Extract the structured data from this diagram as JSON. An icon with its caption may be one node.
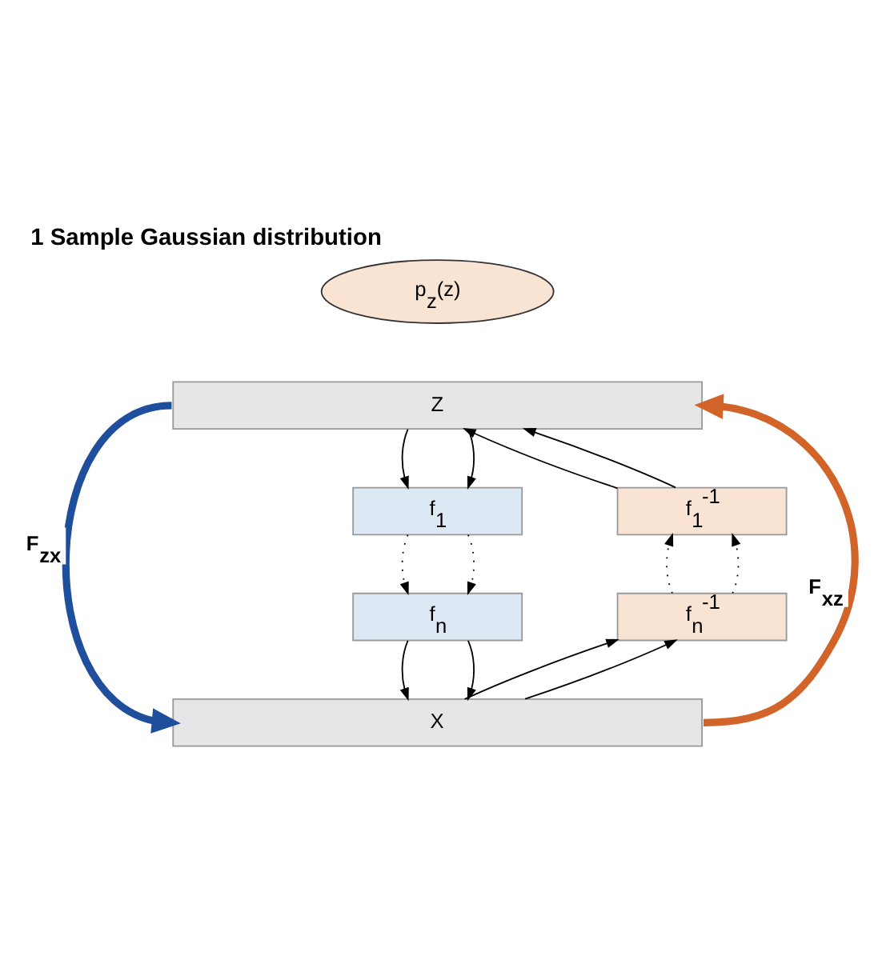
{
  "diagram": {
    "title": "1 Sample Gaussian distribution",
    "nodes": [
      {
        "text": [
          "p$_{z}$(z)"
        ]
      },
      {
        "text": [
          "Z"
        ]
      },
      {
        "text": [
          "f$_{1}$"
        ]
      },
      {
        "text": [
          "f$_{n}$"
        ]
      },
      {
        "text": [
          "f$_{1}$$^{-1}$"
        ]
      },
      {
        "text": [
          "f$_{n}$$^{-1}$"
        ]
      },
      {
        "text": [
          "X"
        ]
      }
    ],
    "edges": [
      {
        "from": 1,
        "to": 6,
        "arrow": "to",
        "label": "F$_{zx}$",
        "style": "thick",
        "color": "#1f4e9c"
      },
      {
        "from": 1,
        "to": 2,
        "arrow": "to"
      },
      {
        "from": 1,
        "to": 2,
        "arrow": "to"
      },
      {
        "from": 2,
        "to": 3,
        "arrow": "to",
        "style": "dashed"
      },
      {
        "from": 2,
        "to": 3,
        "arrow": "to",
        "style": "dashed"
      },
      {
        "from": 3,
        "to": 6,
        "arrow": "to"
      },
      {
        "from": 3,
        "to": 6,
        "arrow": "to"
      },
      {
        "from": 6,
        "to": 5,
        "arrow": "to"
      },
      {
        "from": 6,
        "to": 5,
        "arrow": "to"
      },
      {
        "from": 5,
        "to": 4,
        "arrow": "to",
        "style": "dashed"
      },
      {
        "from": 5,
        "to": 4,
        "arrow": "to",
        "style": "dashed"
      },
      {
        "from": 4,
        "to": 1,
        "arrow": "to"
      },
      {
        "from": 4,
        "to": 1,
        "arrow": "to"
      },
      {
        "from": 6,
        "to": 1,
        "arrow": "to",
        "label": "F$_{xz}$",
        "style": "thick",
        "color": "#d2642a"
      }
    ]
  }
}
